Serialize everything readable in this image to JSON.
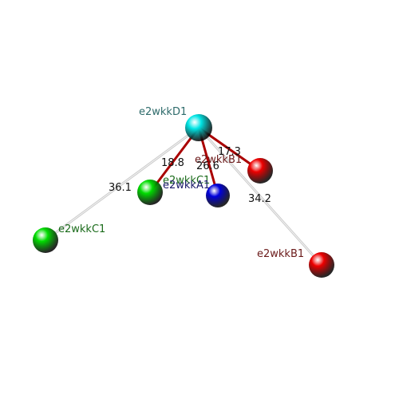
{
  "nodes": [
    {
      "id": "D1",
      "label": "e2wkkD1",
      "color": "#00e5e5",
      "label_color": "#2e6b6b"
    },
    {
      "id": "B1_near",
      "label": "e2wkkB1",
      "color": "#ee0000",
      "label_color": "#6b1a1a"
    },
    {
      "id": "C1_near",
      "label": "e2wkkC1",
      "color": "#00dd00",
      "label_color": "#1a6b1a"
    },
    {
      "id": "A1",
      "label": "e2wkkA1",
      "color": "#0000dd",
      "label_color": "#1a1a6b"
    },
    {
      "id": "C1_far",
      "label": "e2wkkC1",
      "color": "#00dd00",
      "label_color": "#1a6b1a"
    },
    {
      "id": "B1_far",
      "label": "e2wkkB1",
      "color": "#ee0000",
      "label_color": "#6b1a1a"
    }
  ],
  "edges": [
    {
      "from": "D1",
      "to": "B1_near",
      "label": "17.3",
      "color": "#aa0000"
    },
    {
      "from": "D1",
      "to": "C1_near",
      "label": "18.8",
      "color": "#aa0000"
    },
    {
      "from": "D1",
      "to": "A1",
      "label": "26.6",
      "color": "#aa0000"
    },
    {
      "from": "D1",
      "to": "C1_far",
      "label": "36.1",
      "color": "#cccccc"
    },
    {
      "from": "D1",
      "to": "B1_far",
      "label": "34.2",
      "color": "#cccccc"
    }
  ]
}
